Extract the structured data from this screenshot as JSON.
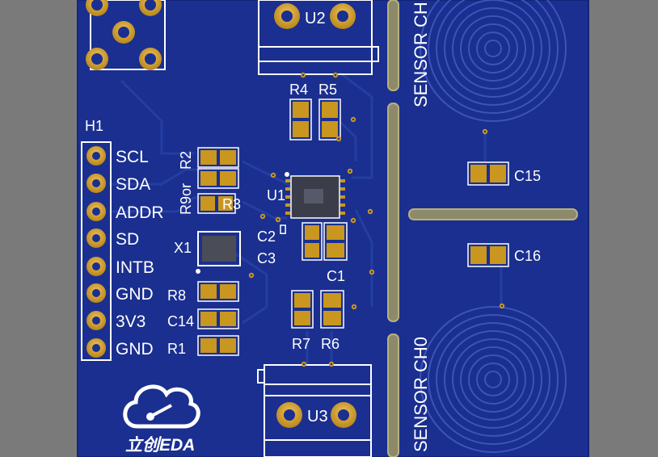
{
  "header_label": "H1",
  "pin_labels": [
    "SCL",
    "SDA",
    "ADDR",
    "SD",
    "INTB",
    "GND",
    "3V3",
    "GND"
  ],
  "designators": {
    "u1": "U1",
    "u2": "U2",
    "u3": "U3",
    "r1": "R1",
    "r2": "R2",
    "r3": "R3",
    "r4": "R4",
    "r5": "R5",
    "r6": "R6",
    "r7": "R7",
    "r8": "R8",
    "r9": "R9or",
    "c1": "C1",
    "c2": "C2",
    "c3": "C3",
    "c14": "C14",
    "c15": "C15",
    "c16": "C16",
    "x1": "X1"
  },
  "sensor_labels": {
    "top": "SENSOR CH",
    "bottom": "SENSOR CH0"
  },
  "logo_text": "立创EDA",
  "colors": {
    "board": "#1a2f8f",
    "copper": "#d7a94a",
    "pad": "#c9961f",
    "silkscreen": "#ffffff",
    "background": "#7a7a7a"
  }
}
